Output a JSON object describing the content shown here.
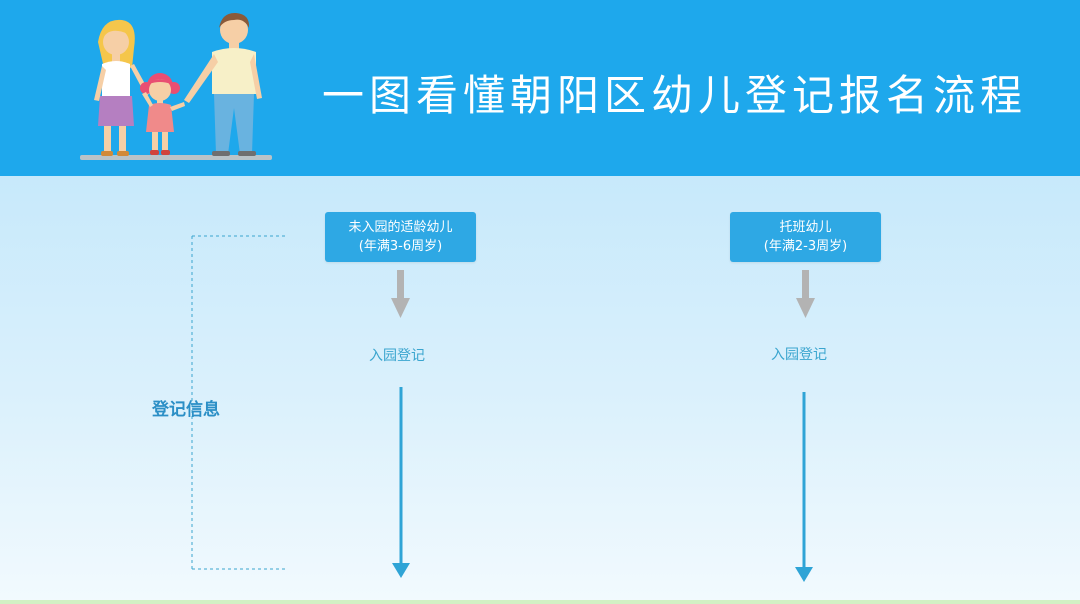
{
  "header": {
    "title": "一图看懂朝阳区幼儿登记报名流程",
    "illustration": "family-icon",
    "background_color": "#1ea8ec"
  },
  "flow": {
    "left": {
      "box_line1": "未入园的适龄幼儿",
      "box_line2": "(年满3-6周岁)",
      "step_label": "入园登记"
    },
    "right": {
      "box_line1": "托班幼儿",
      "box_line2": "(年满2-3周岁)",
      "step_label": "入园登记"
    },
    "side_label": "登记信息",
    "box_color": "#2ea8e4",
    "arrow_color": "#2fa4d6",
    "gray_arrow_color": "#b3b3b3"
  }
}
